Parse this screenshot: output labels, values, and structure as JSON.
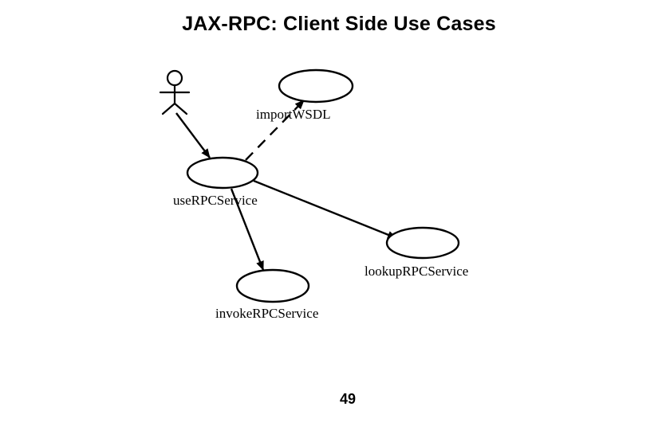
{
  "slide": {
    "title": "JAX-RPC:  Client Side Use Cases",
    "page_number": "49"
  },
  "diagram": {
    "actor": {
      "icon": "stick-figure-actor-icon",
      "label": ""
    },
    "use_cases": {
      "import_wsdl": "importWSDL",
      "use_rpc_service": "useRPCService",
      "lookup_rpc_service": "lookupRPCService",
      "invoke_rpc_service": "invokeRPCService"
    },
    "relationships": [
      {
        "from": "actor",
        "to": "useRPCService",
        "style": "solid",
        "arrowhead": "filled"
      },
      {
        "from": "useRPCService",
        "to": "importWSDL",
        "style": "dashed",
        "arrowhead": "filled"
      },
      {
        "from": "useRPCService",
        "to": "lookupRPCService",
        "style": "solid",
        "arrowhead": "filled"
      },
      {
        "from": "useRPCService",
        "to": "invokeRPCService",
        "style": "solid",
        "arrowhead": "filled"
      }
    ],
    "colors": {
      "stroke": "#000000",
      "background": "#ffffff"
    }
  }
}
